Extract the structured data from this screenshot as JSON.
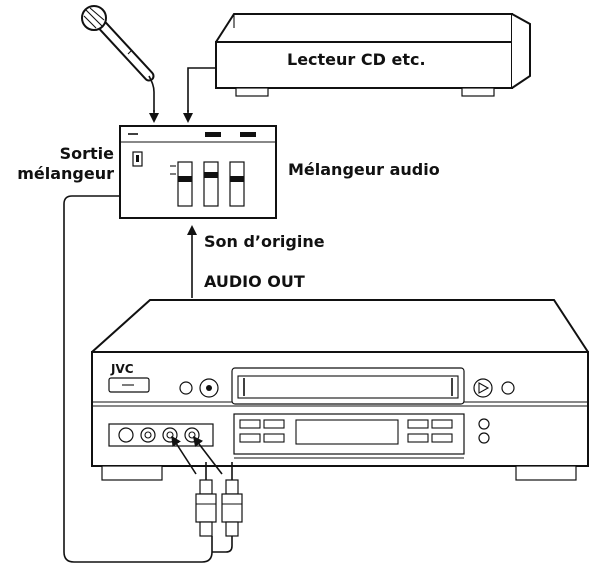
{
  "labels": {
    "cd_player": "Lecteur CD etc.",
    "mixer": "Mélangeur audio",
    "mixer_output_line1": "Sortie",
    "mixer_output_line2": "mélangeur",
    "original_sound": "Son d’origine",
    "audio_out": "AUDIO OUT",
    "vcr_brand": "JVC"
  },
  "icons": [
    "microphone-icon",
    "cd-player-icon",
    "audio-mixer-icon",
    "vcr-icon",
    "rca-plug-icon",
    "arrow-icon"
  ],
  "colors": {
    "ink": "#111111",
    "paper": "#ffffff"
  }
}
